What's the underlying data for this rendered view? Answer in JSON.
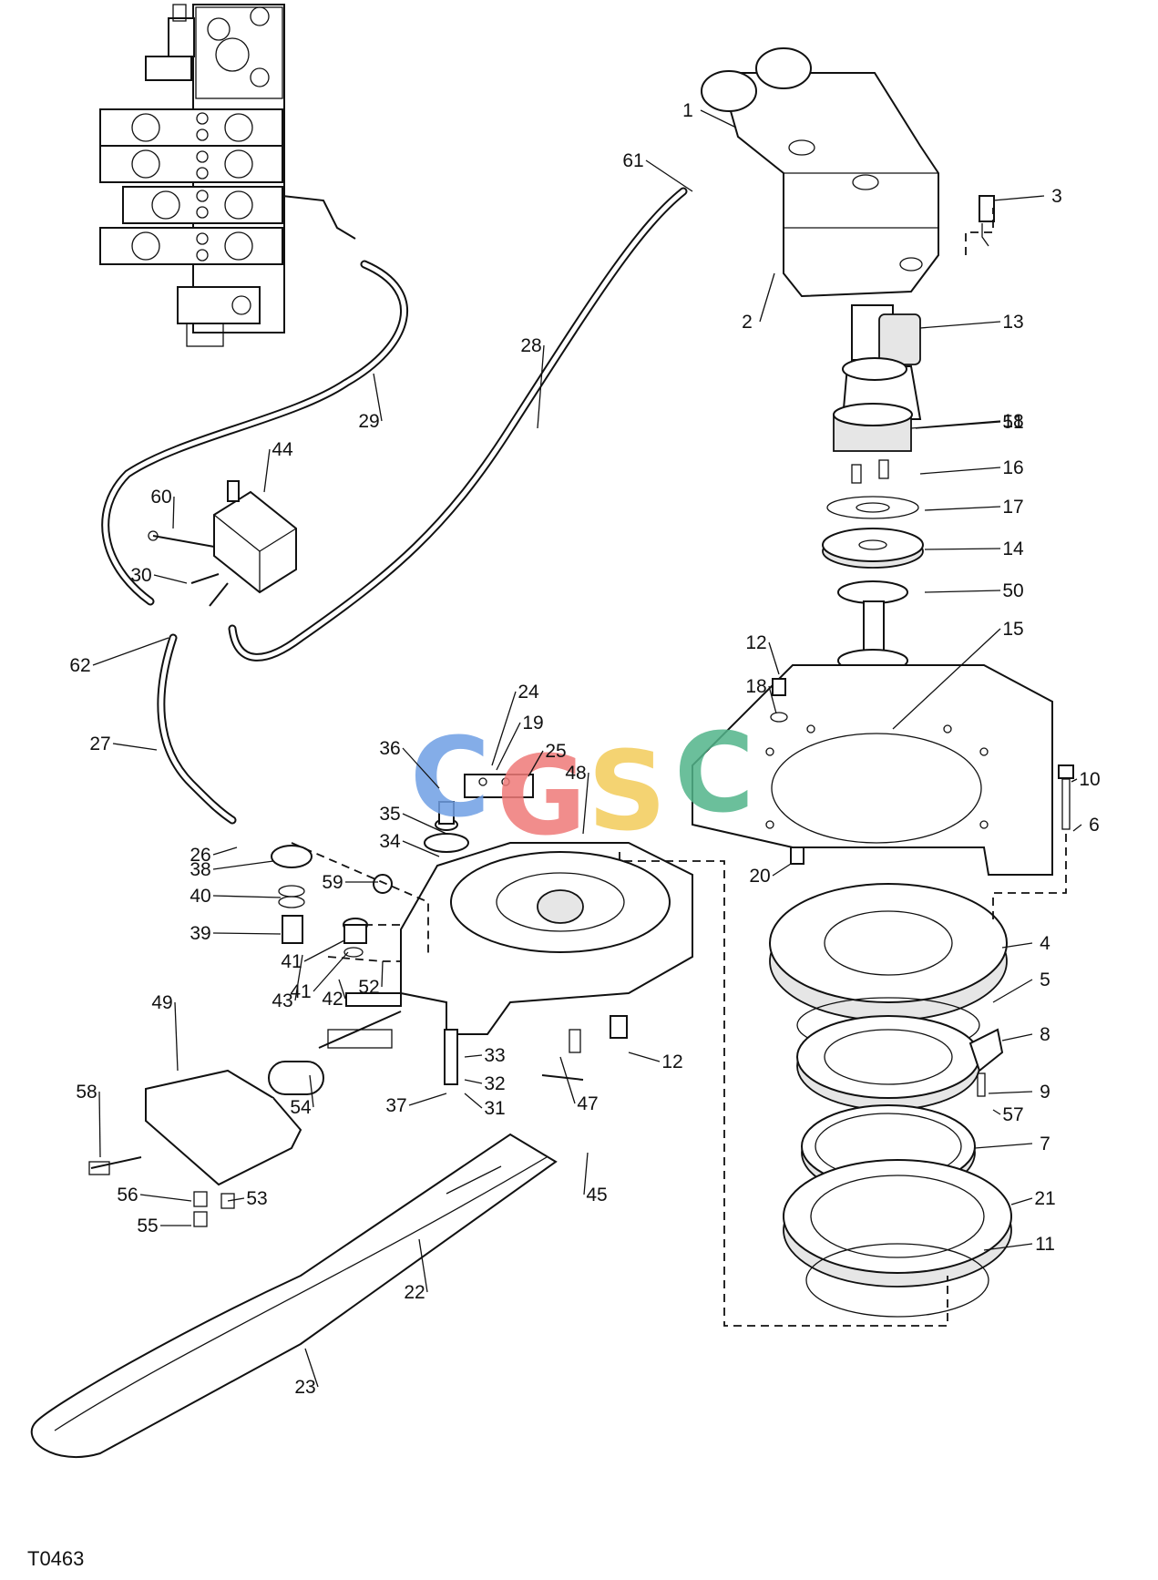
{
  "figure_code": "T0463",
  "watermark": {
    "letters": [
      "C",
      "G",
      "S",
      "C"
    ],
    "colors": [
      "#6f9fe4",
      "#ef7a78",
      "#f3cc5a",
      "#52b48a"
    ]
  },
  "callouts": [
    "1",
    "2",
    "3",
    "4",
    "5",
    "6",
    "7",
    "8",
    "9",
    "10",
    "11",
    "12",
    "12",
    "13",
    "14",
    "15",
    "16",
    "17",
    "18",
    "18",
    "19",
    "20",
    "21",
    "22",
    "23",
    "24",
    "25",
    "26",
    "27",
    "28",
    "29",
    "30",
    "31",
    "32",
    "33",
    "34",
    "35",
    "36",
    "37",
    "38",
    "39",
    "40",
    "41",
    "41",
    "42",
    "43",
    "44",
    "45",
    "47",
    "48",
    "49",
    "50",
    "51",
    "52",
    "53",
    "54",
    "55",
    "56",
    "57",
    "58",
    "59",
    "60",
    "61",
    "62"
  ]
}
